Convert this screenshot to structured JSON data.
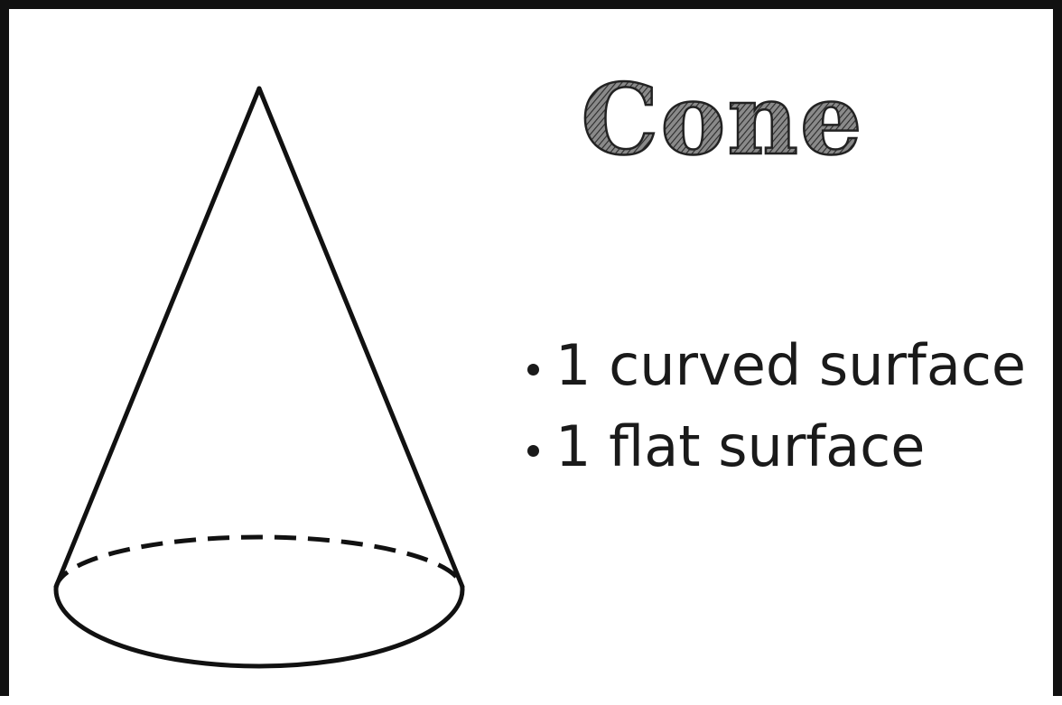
{
  "title": "Cone",
  "facts": [
    "1 curved surface",
    "1 flat surface"
  ],
  "colors": {
    "ink": "#111111",
    "title_fill": "#5a5a5a",
    "title_outline": "#222222",
    "background": "#ffffff"
  },
  "icons": {
    "figure": "cone-drawing",
    "bullet": "round-bullet"
  }
}
